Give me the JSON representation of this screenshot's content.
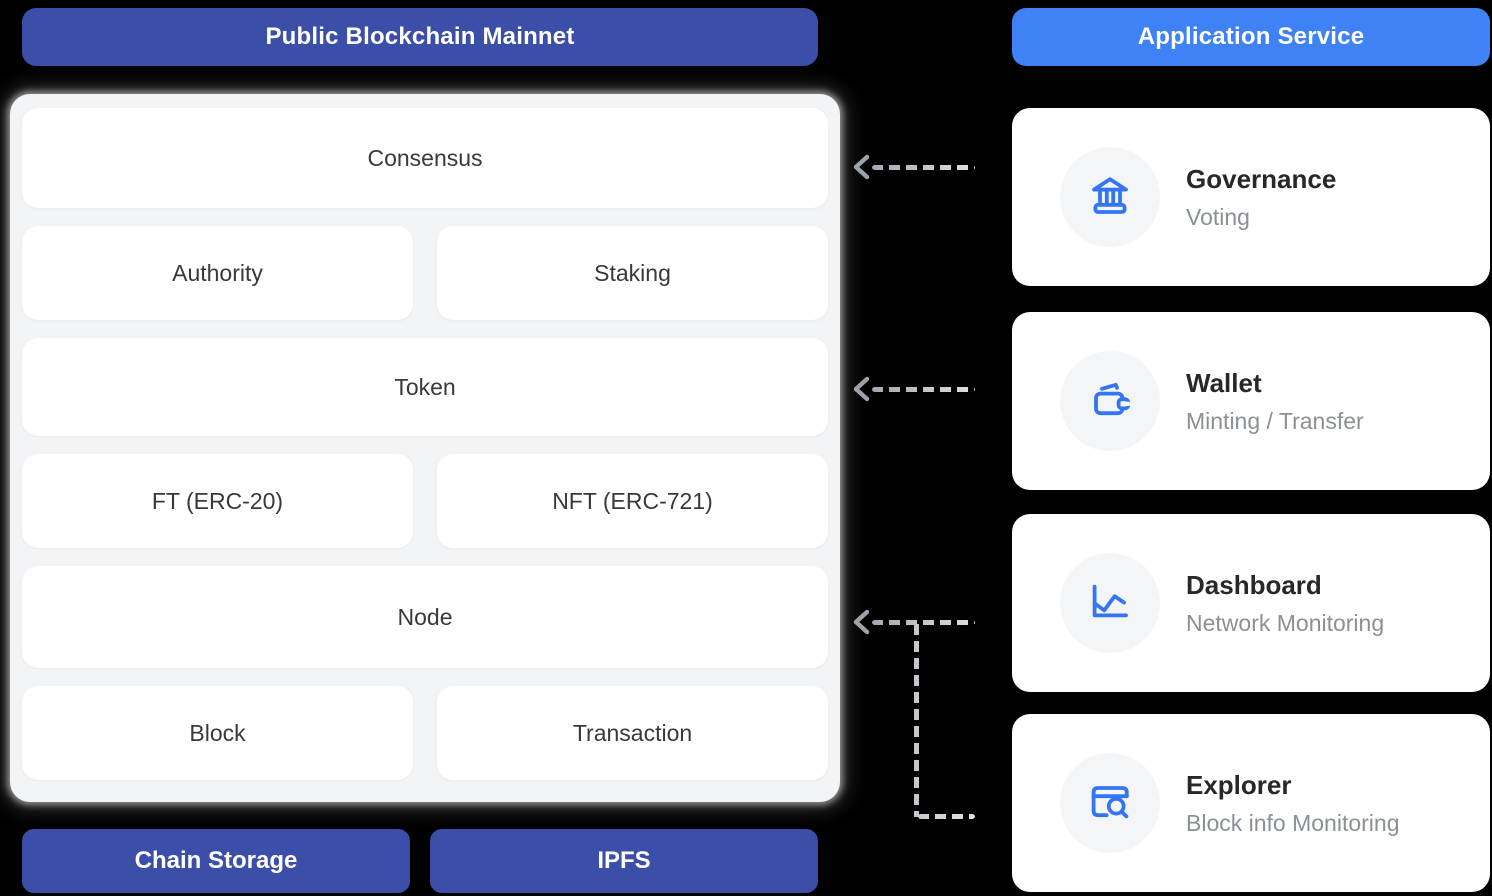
{
  "mainnet": {
    "header": "Public Blockchain Mainnet",
    "consensus": "Consensus",
    "authority": "Authority",
    "staking": "Staking",
    "token": "Token",
    "ft": "FT (ERC-20)",
    "nft": "NFT (ERC-721)",
    "node": "Node",
    "block": "Block",
    "transaction": "Transaction",
    "chain_storage": "Chain Storage",
    "ipfs": "IPFS"
  },
  "application": {
    "header": "Application Service",
    "cards": [
      {
        "icon": "bank-icon",
        "title": "Governance",
        "subtitle": "Voting"
      },
      {
        "icon": "wallet-icon",
        "title": "Wallet",
        "subtitle": "Minting / Transfer"
      },
      {
        "icon": "line-chart-icon",
        "title": "Dashboard",
        "subtitle": "Network Monitoring"
      },
      {
        "icon": "browser-search-icon",
        "title": "Explorer",
        "subtitle": "Block info Monitoring"
      }
    ]
  },
  "connectors": {
    "arrow_targets": [
      "Consensus",
      "Token",
      "Node"
    ],
    "elbow_source": "Explorer",
    "style": "dashed-gray-left-arrows"
  },
  "colors": {
    "background": "#000000",
    "mainnet_header": "#3C4FA8",
    "service_header": "#3E82F6",
    "panel_gray": "#F3F4F6",
    "box_white": "#FFFFFF",
    "icon_blue": "#3475F4",
    "icon_circle_gray": "#F4F5F7",
    "arrow_gray": "#9EA3A9"
  }
}
